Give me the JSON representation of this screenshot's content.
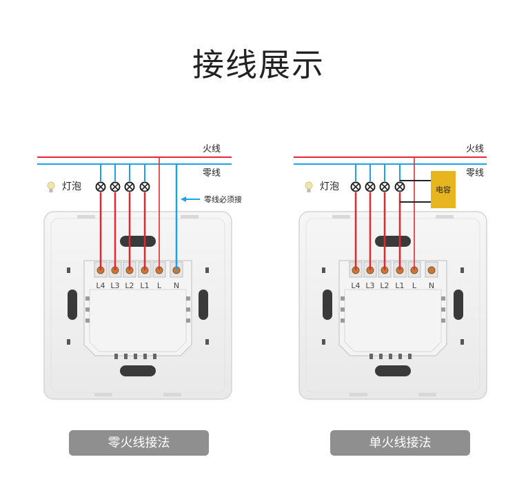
{
  "title": "接线展示",
  "labels": {
    "live_wire": "火线",
    "neutral_wire": "零线",
    "bulb": "灯泡",
    "neutral_required": "零线必须接",
    "capacitor": "电容"
  },
  "terminals": [
    "L4",
    "L3",
    "L2",
    "L1",
    "L",
    "N"
  ],
  "captions": {
    "left": "零火线接法",
    "right": "单火线接法"
  },
  "colors": {
    "live": "#e8262d",
    "neutral": "#1aa3e8",
    "dark_wire": "#222222",
    "capacitor": "#e6b51f",
    "panel": "#f0f0f0",
    "caption_bg": "#8f8f8f"
  }
}
